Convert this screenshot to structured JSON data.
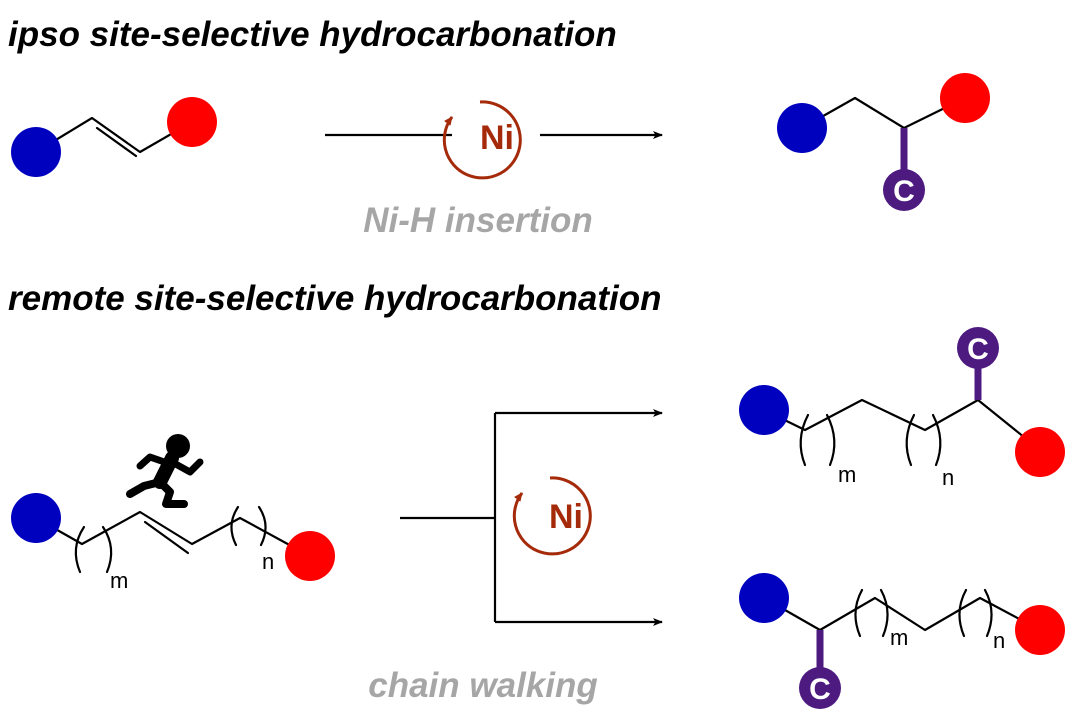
{
  "titles": {
    "ipso": "ipso site-selective hydrocarbonation",
    "remote": "remote site-selective hydrocarbonation"
  },
  "labels": {
    "ni_h_insertion": "Ni-H insertion",
    "chain_walking": "chain walking",
    "catalyst_symbol": "Ni",
    "carbon_symbol": "C",
    "sub_m": "m",
    "sub_n": "n"
  },
  "colors": {
    "blue": "#0000bf",
    "red": "#ff0000",
    "purple": "#4d1a80",
    "nickel": "#a52a0a",
    "gray_text": "#a6a6a6",
    "black": "#000000"
  },
  "icons": {
    "runner": "running-person-icon",
    "catalyst_cycle": "circular-arrow-icon"
  }
}
